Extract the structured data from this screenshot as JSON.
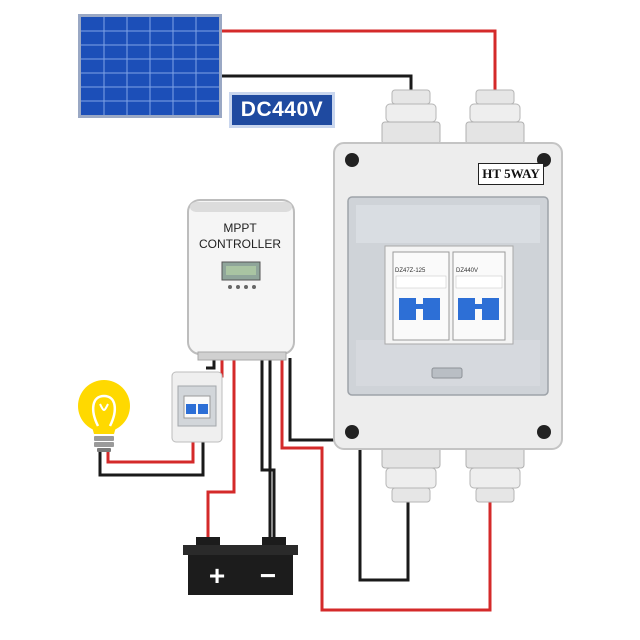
{
  "labels": {
    "dc_voltage": "DC440V",
    "box_tag": "HT 5WAY",
    "controller_line1": "MPPT",
    "controller_line2": "CONTROLLER",
    "breaker_left_model": "DZ47Z-125",
    "breaker_right_model": "DZ440V",
    "battery_plus": "+",
    "battery_minus": "−"
  },
  "colors": {
    "wire_positive": "#d42a2a",
    "wire_negative": "#1a1a1a",
    "panel_cell": "#1c4fb8",
    "label_bg": "#1f4aa0",
    "breaker_blue": "#2d6fd6",
    "bulb_yellow": "#ffd900"
  },
  "icons": {
    "solar_panel": "solar-panel-icon",
    "light_bulb": "light-bulb-icon",
    "battery": "battery-icon"
  }
}
